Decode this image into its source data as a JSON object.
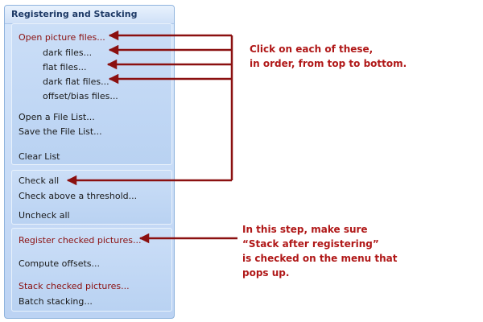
{
  "panel": {
    "title": "Registering and Stacking",
    "groups": {
      "files": {
        "open_picture_files": "Open picture files...",
        "dark_files": "dark files...",
        "flat_files": "flat files...",
        "dark_flat_files": "dark flat files...",
        "offset_bias_files": "offset/bias files...",
        "open_file_list": "Open a File List...",
        "save_file_list": "Save the File List...",
        "clear_list": "Clear List"
      },
      "check": {
        "check_all": "Check all",
        "check_above_threshold": "Check above a threshold...",
        "uncheck_all": "Uncheck all"
      },
      "actions": {
        "register_checked": "Register checked pictures...",
        "compute_offsets": "Compute offsets...",
        "stack_checked": "Stack checked pictures...",
        "batch_stacking": "Batch stacking..."
      }
    }
  },
  "annotations": {
    "top": {
      "line1": "Click on each of these,",
      "line2": "in order, from top to bottom."
    },
    "bottom": {
      "line1": "In this step, make sure",
      "line2": "“Stack after registering”",
      "line3": "is checked on the menu that",
      "line4": "pops up."
    }
  },
  "colors": {
    "annotation": "#b01818",
    "arrow": "#8b1010",
    "highlight_item": "#8b1010"
  }
}
